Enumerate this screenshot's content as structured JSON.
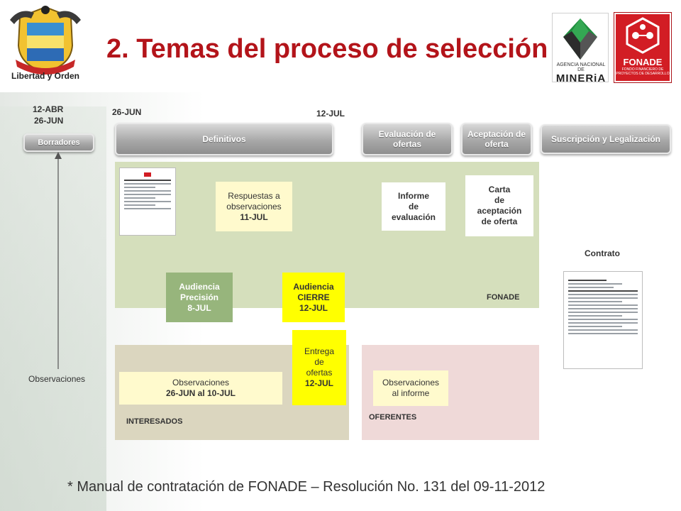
{
  "title": "2. Temas del proceso de selección",
  "crest_motto": "Libertad y Orden",
  "logos": {
    "anm_line1": "AGENCIA NACIONAL DE",
    "anm_line2": "MINERiA",
    "fonade_name": "FONADE",
    "fonade_tagline": "FONDO FINANCIERO DE PROYECTOS DE DESARROLLO"
  },
  "timeline": {
    "borradores": {
      "date_start": "12-ABR",
      "date_end": "26-JUN",
      "label": "Borradores"
    },
    "definitivos": {
      "date_start": "26-JUN",
      "date_end": "12-JUL",
      "label": "Definitivos"
    },
    "evaluacion": {
      "label": "Evaluación de ofertas"
    },
    "aceptacion": {
      "label": "Aceptación de oferta"
    },
    "suscripcion": {
      "label": "Suscripción y Legalización"
    }
  },
  "fonade_panel": {
    "label": "FONADE",
    "respuestas": {
      "line1": "Respuestas a observaciones",
      "date": "11-JUL"
    },
    "informe": {
      "line1": "Informe",
      "line2": "de",
      "line3": "evaluación"
    },
    "carta": {
      "line1": "Carta",
      "line2": "de",
      "line3": "aceptación",
      "line4": "de oferta"
    },
    "audiencia_precision": {
      "line1": "Audiencia",
      "line2": "Precisión",
      "line3": "8-JUL"
    },
    "audiencia_cierre": {
      "line1": "Audiencia",
      "line2": "CIERRE",
      "line3": "12-JUL"
    }
  },
  "entrega": {
    "line1": "Entrega",
    "line2": "de",
    "line3": "ofertas",
    "line4": "12-JUL"
  },
  "interesados_panel": {
    "label": "INTERESADOS",
    "observaciones": {
      "line1": "Observaciones",
      "line2": "26-JUN al 10-JUL"
    }
  },
  "oferentes_panel": {
    "label": "OFERENTES",
    "observaciones": {
      "line1": "Observaciones",
      "line2": "al informe"
    }
  },
  "side_observaciones": "Observaciones",
  "contrato_label": "Contrato",
  "footer": "* Manual de contratación de FONADE – Resolución  No. 131 del 09-11-2012",
  "colors": {
    "title": "#b3141a",
    "panel_fonade": "#d5dfbc",
    "panel_interesados": "#dbd6bf",
    "panel_oferentes": "#efd9d8",
    "audiencia_precision": "#97b57c",
    "highlight_yellow": "#ffff00",
    "fonade_red": "#d21d24"
  }
}
